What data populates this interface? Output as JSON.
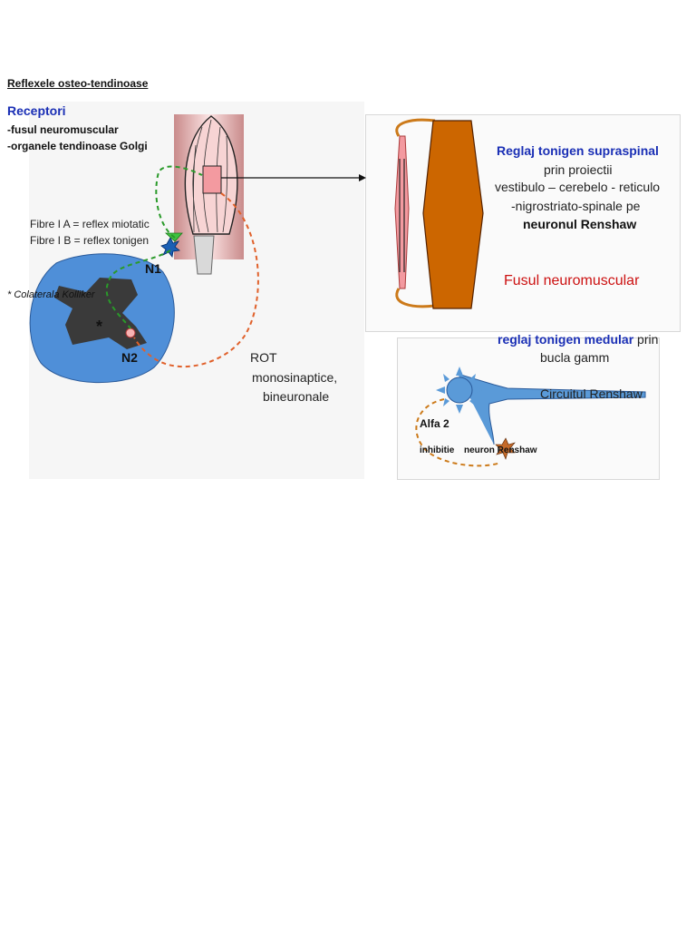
{
  "page": {
    "title": "Reflexele osteo-tendinoase"
  },
  "receptors": {
    "heading": "Receptori",
    "items": [
      "-fusul neuromuscular",
      "-organele tendinoase Golgi"
    ]
  },
  "fibers": [
    "Fibre I A = reflex miotatic",
    "Fibre I B = reflex tonigen"
  ],
  "collateral_note": "* Colaterala Kolliker",
  "neurons": {
    "n1": "N1",
    "n2": "N2",
    "asterisk": "*"
  },
  "rot": {
    "line1": "ROT",
    "line2": "monosinaptice,",
    "line3": "bineuronale"
  },
  "supraspinal": {
    "title": "Reglaj tonigen supraspinal",
    "line1": "prin proiectii",
    "line2": "vestibulo – cerebelo - reticulo",
    "line3": "-nigrostriato-spinale pe",
    "line4": "neuronul Renshaw",
    "spindle_label": "Fusul neuromuscular"
  },
  "medular": {
    "title": "reglaj tonigen medular",
    "prin": "prin",
    "line2": "bucla gamm",
    "circuit": "Circuitul Renshaw",
    "alfa": "Alfa 2",
    "inhibitie": "inhibitie",
    "neuron_renshaw": "neuron Renshaw"
  },
  "colors": {
    "spinal_cord": "#4f8fd8",
    "grey_matter": "#3a3a3a",
    "muscle_pink": "#f0a0a6",
    "muscle_brown": "#cc6600",
    "dashed_green": "#2a9a2a",
    "dashed_orange": "#e0602a",
    "heading_blue": "#1a2fb5",
    "label_red": "#cc1111"
  }
}
